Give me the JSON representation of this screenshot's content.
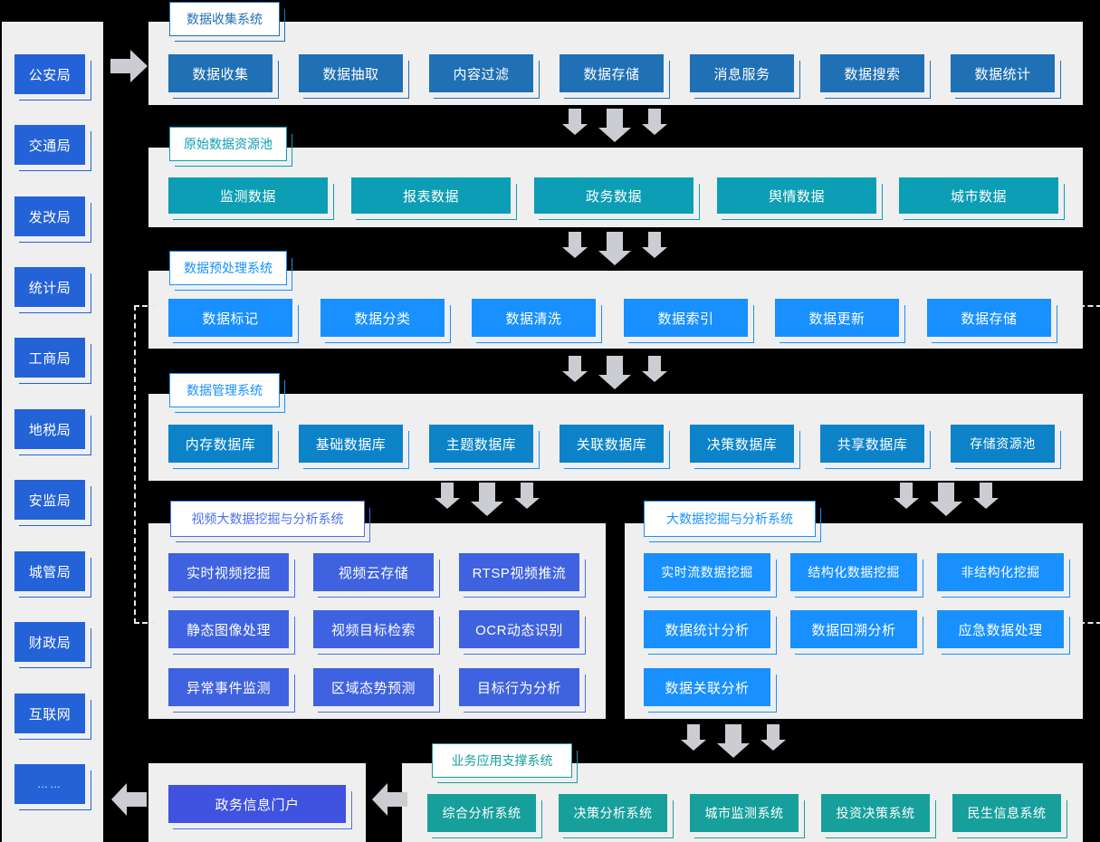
{
  "sidebar": {
    "items": [
      {
        "label": "公安局"
      },
      {
        "label": "交通局"
      },
      {
        "label": "发改局"
      },
      {
        "label": "统计局"
      },
      {
        "label": "工商局"
      },
      {
        "label": "地税局"
      },
      {
        "label": "安监局"
      },
      {
        "label": "城管局"
      },
      {
        "label": "财政局"
      },
      {
        "label": "互联网"
      },
      {
        "label": "……"
      }
    ]
  },
  "colors": {
    "collect_fill": "#1f70b5",
    "collect_edge": "#1f70b5",
    "pool_fill": "#0b9eb4",
    "pool_edge": "#0b9eb4",
    "preprocess_fill": "#1890ff",
    "preprocess_edge": "#1890ff",
    "manage_fill": "#0c83c8",
    "manage_edge": "#1890ff",
    "video_fill": "#3f62e0",
    "video_edge": "#4a6ef0",
    "mining_fill": "#1890ff",
    "mining_edge": "#1890ff",
    "business_fill": "#17a09b",
    "business_edge": "#17a09b",
    "portal_fill": "#3f52e0",
    "portal_edge": "#4a6ef0",
    "sidebar_fill": "#2462d8",
    "sidebar_edge": "#2462d8",
    "panel_bg": "#efefef",
    "arrow_fill": "#cccdd2",
    "background": "#000000"
  },
  "sections": [
    {
      "id": "data-collection",
      "title": "数据收集系统",
      "items": [
        "数据收集",
        "数据抽取",
        "内容过滤",
        "数据存储",
        "消息服务",
        "数据搜索",
        "数据统计"
      ]
    },
    {
      "id": "raw-data-pool",
      "title": "原始数据资源池",
      "items": [
        "监测数据",
        "报表数据",
        "政务数据",
        "舆情数据",
        "城市数据"
      ]
    },
    {
      "id": "data-preprocess",
      "title": "数据预处理系统",
      "items": [
        "数据标记",
        "数据分类",
        "数据清洗",
        "数据索引",
        "数据更新",
        "数据存储"
      ]
    },
    {
      "id": "data-management",
      "title": "数据管理系统",
      "items": [
        "内存数据库",
        "基础数据库",
        "主题数据库",
        "关联数据库",
        "决策数据库",
        "共享数据库",
        "存储资源池"
      ]
    },
    {
      "id": "video-mining",
      "title": "视频大数据挖掘与分析系统",
      "items": [
        "实时视频挖掘",
        "视频云存储",
        "RTSP视频推流",
        "静态图像处理",
        "视频目标检索",
        "OCR动态识别",
        "异常事件监测",
        "区域态势预测",
        "目标行为分析"
      ]
    },
    {
      "id": "bigdata-mining",
      "title": "大数据挖掘与分析系统",
      "items": [
        "实时流数据挖掘",
        "结构化数据挖掘",
        "非结构化挖掘",
        "数据统计分析",
        "数据回溯分析",
        "应急数据处理",
        "数据关联分析"
      ]
    },
    {
      "id": "business-support",
      "title": "业务应用支撑系统",
      "items": [
        "综合分析系统",
        "决策分析系统",
        "城市监测系统",
        "投资决策系统",
        "民生信息系统"
      ]
    },
    {
      "id": "portal",
      "title": "",
      "items": [
        "政务信息门户"
      ]
    }
  ],
  "icons": {
    "arrow_right": "arrow-right-icon",
    "arrow_down": "arrow-down-icon",
    "arrow_left": "arrow-left-icon"
  }
}
